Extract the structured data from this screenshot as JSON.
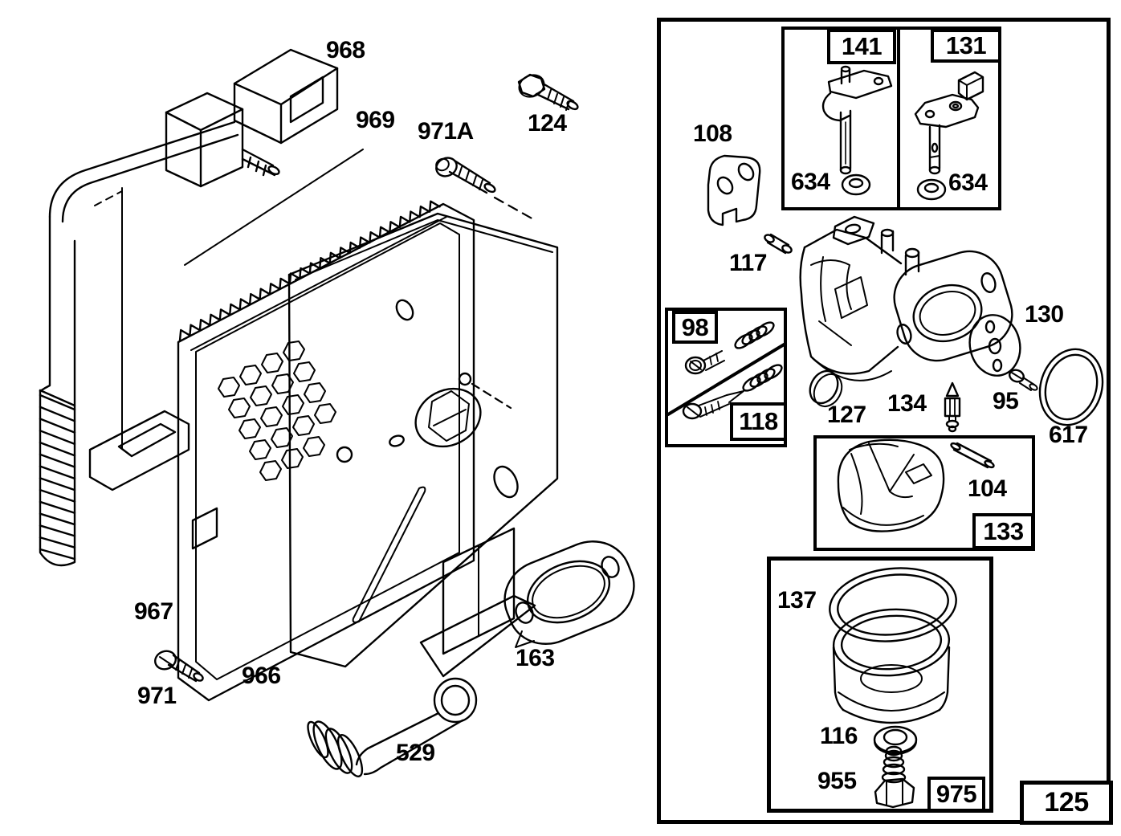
{
  "diagram": {
    "left_assembly": {
      "labels": {
        "cover": "968",
        "filter": "969",
        "cover_screw": "971A",
        "bolt": "124",
        "retainer": "967",
        "screw": "971",
        "base": "966",
        "gasket": "163",
        "breather_tube": "529"
      }
    },
    "carburetor_panel": {
      "assembly_box": "125",
      "kit_boxes": {
        "throttle_shaft_kit": "141",
        "choke_shaft_kit": "131",
        "screw_spring_kit": "98",
        "needle_screw_kit": "118",
        "float_kit": "133",
        "bowl_kit": "975"
      },
      "labels": {
        "throttle_seal": "634",
        "choke_seal": "634",
        "stop_plate": "108",
        "pin": "117",
        "cover_plate": "130",
        "screw": "95",
        "o_ring": "617",
        "welch_plug": "127",
        "needle_valve": "134",
        "float": "104",
        "bowl": "137",
        "washer": "116",
        "bowl_nut": "955"
      }
    }
  }
}
